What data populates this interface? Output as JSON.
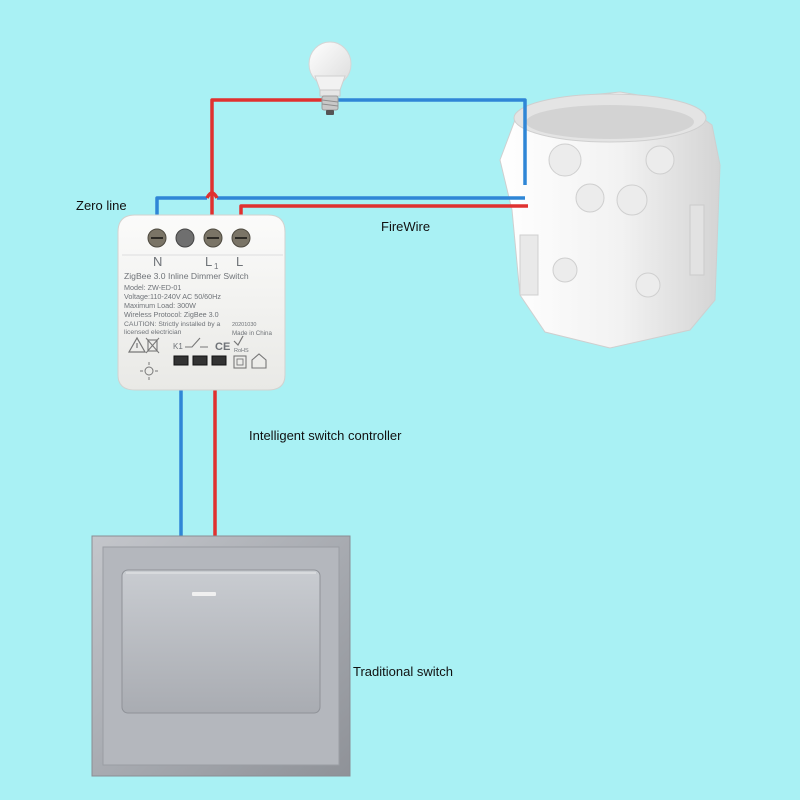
{
  "labels": {
    "zero_line": "Zero line",
    "firewire": "FireWire",
    "controller": "Intelligent switch controller",
    "traditional_switch": "Traditional switch"
  },
  "module": {
    "terminals": [
      "N",
      "L",
      "L"
    ],
    "terminal_l1_subscript": "1",
    "title": "ZigBee 3.0 Inline Dimmer Switch",
    "lines": [
      "Model: ZW-ED-01",
      "Voltage:110-240V AC 50/60Hz",
      "Maximum Load: 300W",
      "Wireless Protocol: ZigBee 3.0",
      "CAUTION: Strictly installed by a",
      "licensed electrician"
    ],
    "date_code": "20201030",
    "made_in": "Made in China",
    "k1_label": "K1",
    "ce_mark": "CE",
    "rohs_mark": "RoHS"
  },
  "colors": {
    "background": "#a9f1f4",
    "wire_live": "#e0312f",
    "wire_neutral": "#2f86d6",
    "module_body": "#f4f4f2",
    "box_body": "#f0f0f0",
    "switch_frame": "#a9acb3",
    "switch_rocker": "#b7bac0"
  }
}
